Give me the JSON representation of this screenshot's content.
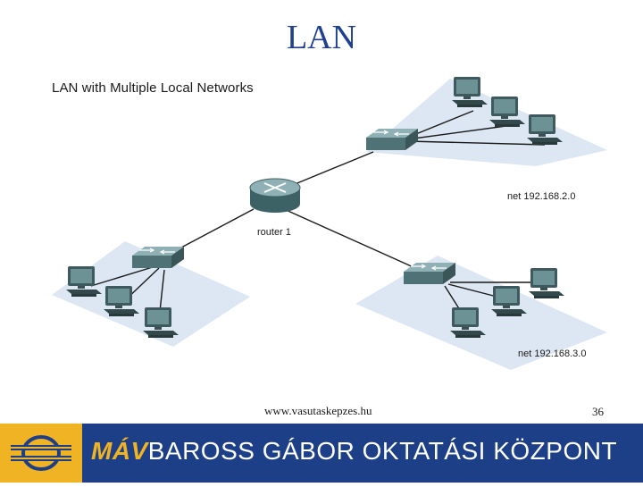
{
  "slide": {
    "title": "LAN",
    "url": "www.vasutaskepzes.hu",
    "page_number": "36"
  },
  "diagram": {
    "title": "LAN with Multiple Local Networks",
    "router_label": "router 1",
    "networks": [
      {
        "label": "net 192.168.2.0"
      },
      {
        "label": "net 192.168.3.0"
      }
    ]
  },
  "footer": {
    "brand_mav": "MÁV",
    "brand_rest": "BAROSS GÁBOR OKTATÁSI KÖZPONT"
  },
  "colors": {
    "title": "#1f3f8f",
    "footer_bar": "#1c3f87",
    "footer_logo": "#f0b323",
    "lan_plane": "#dde6f3"
  }
}
